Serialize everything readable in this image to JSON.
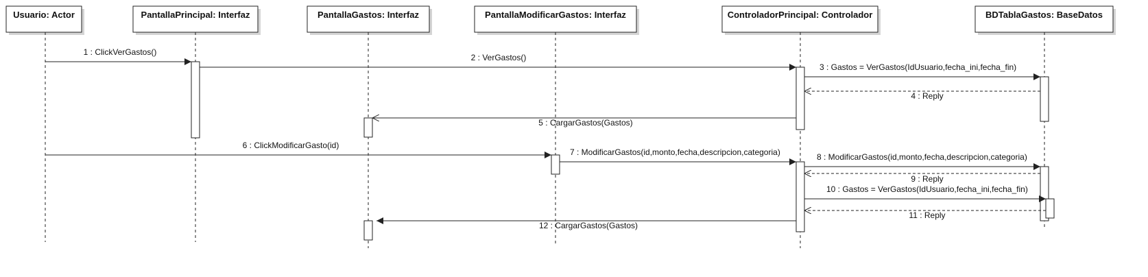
{
  "lifelines": [
    {
      "id": "usuario",
      "title": "Usuario: Actor"
    },
    {
      "id": "principal",
      "title": "PantallaPrincipal: Interfaz"
    },
    {
      "id": "gastos",
      "title": "PantallaGastos: Interfaz"
    },
    {
      "id": "modificar",
      "title": "PantallaModificarGastos: Interfaz"
    },
    {
      "id": "controlador",
      "title": "ControladorPrincipal: Controlador"
    },
    {
      "id": "bd",
      "title": "BDTablaGastos: BaseDatos"
    }
  ],
  "messages": [
    {
      "label": "1 : ClickVerGastos()",
      "from": "usuario",
      "to": "principal",
      "kind": "call"
    },
    {
      "label": "2 : VerGastos()",
      "from": "principal",
      "to": "controlador",
      "kind": "call"
    },
    {
      "label": "3 : Gastos = VerGastos(IdUsuario,fecha_ini,fecha_fin)",
      "from": "controlador",
      "to": "bd",
      "kind": "call"
    },
    {
      "label": "4 : Reply",
      "from": "bd",
      "to": "controlador",
      "kind": "reply"
    },
    {
      "label": "5 : CargarGastos(Gastos)",
      "from": "controlador",
      "to": "gastos",
      "kind": "async"
    },
    {
      "label": "6 : ClickModificarGasto(id)",
      "from": "usuario",
      "to": "modificar",
      "kind": "call"
    },
    {
      "label": "7 : ModificarGastos(id,monto,fecha,descripcion,categoria)",
      "from": "modificar",
      "to": "controlador",
      "kind": "call"
    },
    {
      "label": "8 : ModificarGastos(id,monto,fecha,descripcion,categoria)",
      "from": "controlador",
      "to": "bd",
      "kind": "call"
    },
    {
      "label": "9 : Reply",
      "from": "bd",
      "to": "controlador",
      "kind": "reply"
    },
    {
      "label": "10 : Gastos = VerGastos(IdUsuario,fecha_ini,fecha_fin)",
      "from": "controlador",
      "to": "bd",
      "kind": "call"
    },
    {
      "label": "11 : Reply",
      "from": "bd",
      "to": "controlador",
      "kind": "reply"
    },
    {
      "label": "12 : CargarGastos(Gastos)",
      "from": "controlador",
      "to": "gastos",
      "kind": "call"
    }
  ],
  "colors": {
    "line": "#222222",
    "shadow": "#d4d4d4",
    "box_fill": "#ffffff"
  }
}
